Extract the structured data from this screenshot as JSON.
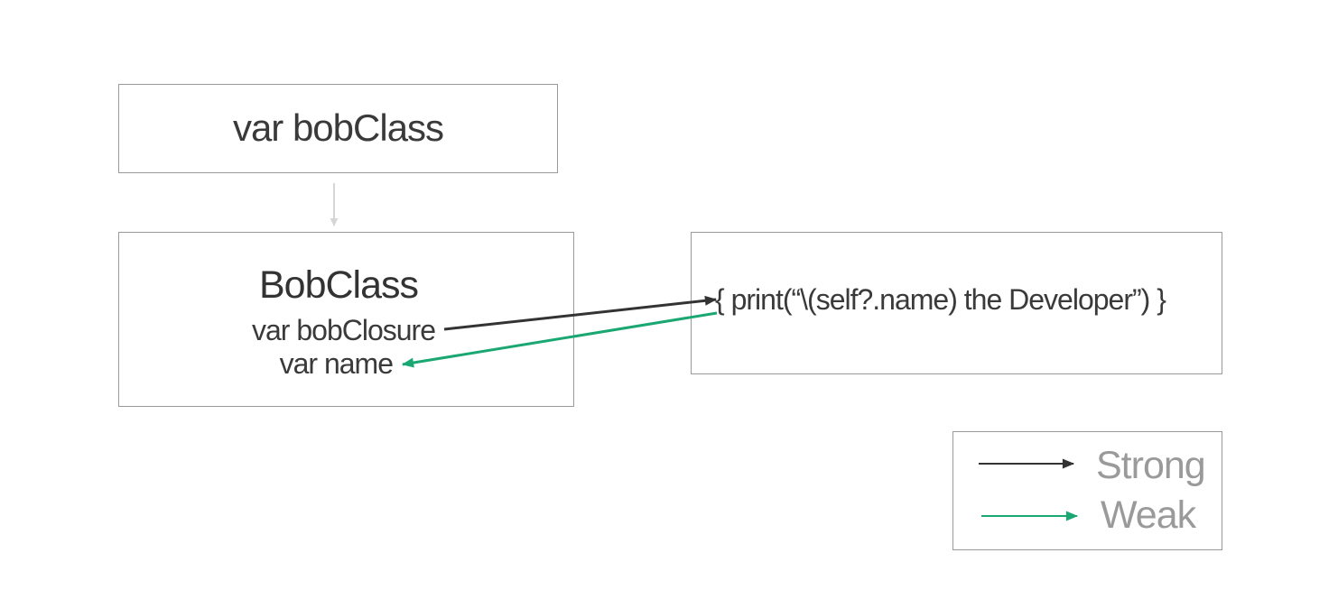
{
  "nodes": {
    "variable": {
      "label": "var bobClass"
    },
    "class": {
      "title": "BobClass",
      "closure_property": "var bobClosure",
      "name_property": "var name"
    },
    "closure": {
      "body": "{ print(“\\(self?.name) the Developer”) }"
    }
  },
  "legend": {
    "strong_label": "Strong",
    "weak_label": "Weak"
  },
  "colors": {
    "strong": "#333333",
    "weak": "#1aa772",
    "reference": "#d6d6d6",
    "border": "#9a9a9a",
    "text": "#3a3a3a",
    "legend_text": "#9a9a9a"
  }
}
